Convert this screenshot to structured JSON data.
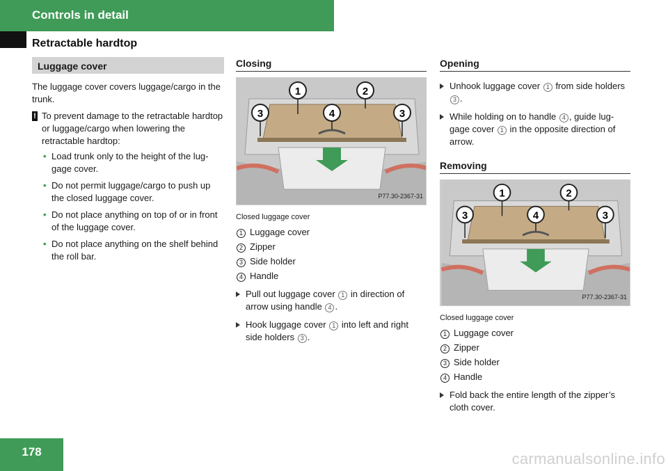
{
  "header": {
    "chapter": "Controls in detail",
    "section": "Retractable hardtop"
  },
  "luggage_cover": {
    "heading": "Luggage cover",
    "intro": "The luggage cover covers luggage/cargo in the trunk.",
    "warning": "To prevent damage to the retractable hardtop or luggage/cargo when lowering the retractable hardtop:",
    "bullets": [
      "Load trunk only to the height of the lug-gage cover.",
      "Do not permit luggage/cargo to push up the closed luggage cover.",
      "Do not place anything on top of or in front of the luggage cover.",
      "Do not place anything on the shelf behind the roll bar."
    ]
  },
  "closing": {
    "heading": "Closing",
    "figure_code": "P77.30-2367-31",
    "caption": "Closed luggage cover",
    "legend": [
      "Luggage cover",
      "Zipper",
      "Side holder",
      "Handle"
    ],
    "steps": [
      {
        "a": "Pull out luggage cover ",
        "b": " in direction of arrow using handle ",
        "c": "."
      },
      {
        "a": "Hook luggage cover ",
        "b": " into left and right side holders ",
        "c": "."
      }
    ]
  },
  "opening": {
    "heading": "Opening",
    "steps": [
      {
        "a": "Unhook luggage cover ",
        "b": " from side holders ",
        "c": "."
      },
      {
        "a": "While holding on to handle ",
        "b": ", guide lug-gage cover ",
        "c": " in the opposite direction of arrow."
      }
    ]
  },
  "removing": {
    "heading": "Removing",
    "figure_code": "P77.30-2367-31",
    "caption": "Closed luggage cover",
    "legend": [
      "Luggage cover",
      "Zipper",
      "Side holder",
      "Handle"
    ],
    "step": "Fold back the entire length of the zipper’s cloth cover."
  },
  "callout_numbers": [
    "1",
    "2",
    "3",
    "4"
  ],
  "page_number": "178",
  "watermark": "carmanualsonline.info",
  "colors": {
    "brand_green": "#3f9b57",
    "header_gray": "#d3d3d3"
  }
}
